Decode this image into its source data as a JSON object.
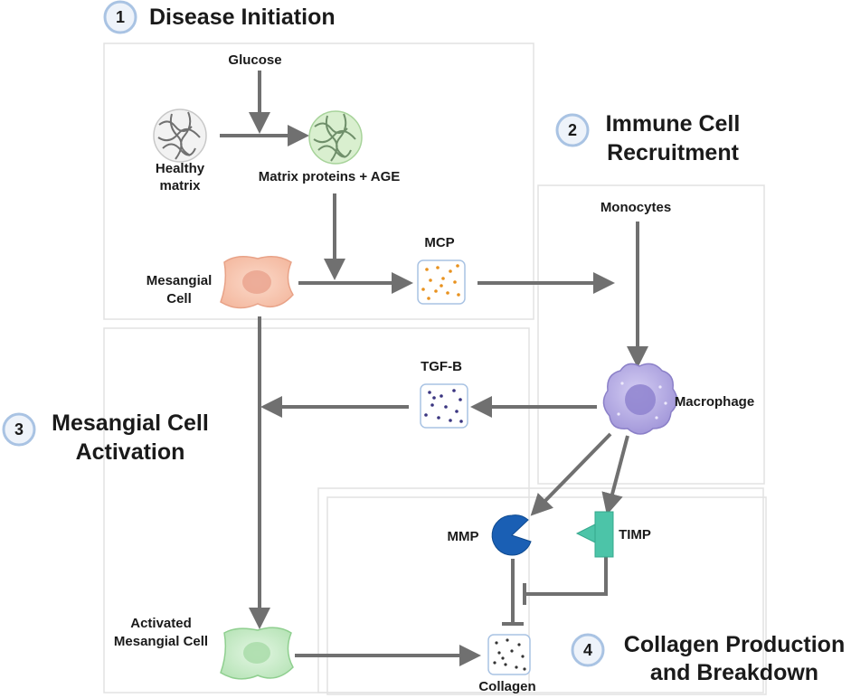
{
  "sections": {
    "s1": {
      "number": "1",
      "title": "Disease Initiation"
    },
    "s2": {
      "number": "2",
      "title_line1": "Immune Cell",
      "title_line2": "Recruitment"
    },
    "s3": {
      "number": "3",
      "title_line1": "Mesangial Cell",
      "title_line2": "Activation"
    },
    "s4": {
      "number": "4",
      "title_line1": "Collagen Production",
      "title_line2": "and Breakdown"
    }
  },
  "nodes": {
    "glucose": "Glucose",
    "healthy_matrix_line1": "Healthy",
    "healthy_matrix_line2": "matrix",
    "matrix_proteins_age": "Matrix proteins + AGE",
    "mesangial_cell_line1": "Mesangial",
    "mesangial_cell_line2": "Cell",
    "mcp": "MCP",
    "monocytes": "Monocytes",
    "tgf_b": "TGF-B",
    "macrophage": "Macrophage",
    "mmp": "MMP",
    "timp": "TIMP",
    "activated_line1": "Activated",
    "activated_line2": "Mesangial Cell",
    "collagen": "Collagen"
  },
  "colors": {
    "arrow": "#707070",
    "badge_fill": "#eef3fa",
    "badge_stroke": "#a9c3e3",
    "mesangial_cell": "#f7c8b3",
    "activated_cell": "#cdeecd",
    "macrophage": "#b2a8e3",
    "mmp": "#1a5fb4",
    "timp": "#4cc4a8",
    "mcp_dots": "#e8921f",
    "tgf_dots": "#3a3580",
    "collagen_dots": "#333333"
  }
}
